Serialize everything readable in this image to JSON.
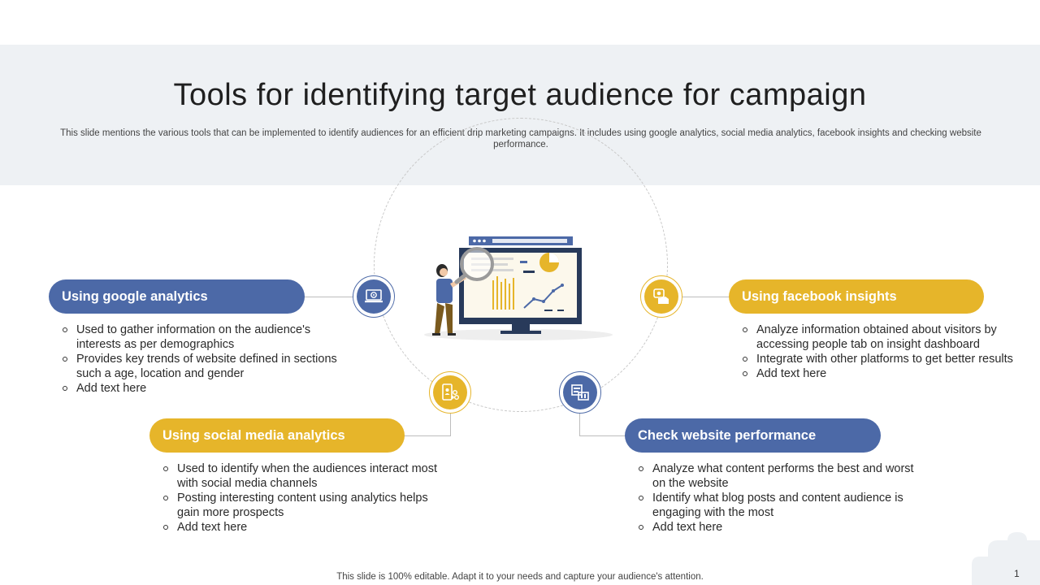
{
  "header": {
    "title": "Tools for identifying target audience for campaign",
    "subtitle": "This slide mentions the various tools that can be implemented to identify audiences for an efficient drip marketing campaigns. It includes using google analytics, social media analytics, facebook insights and checking website performance."
  },
  "tools": {
    "google": {
      "label": "Using google analytics",
      "color": "#4c69a7",
      "icon": "analytics-laptop-icon",
      "bullets": [
        "Used to gather information on the audience's interests as per demographics",
        "Provides key trends of website defined in sections such a age, location and gender",
        "Add text here"
      ]
    },
    "social": {
      "label": "Using social media analytics",
      "color": "#e6b52a",
      "icon": "social-media-phone-icon",
      "bullets": [
        "Used to identify when the audiences interact most with social media channels",
        "Posting interesting content using analytics helps gain more prospects",
        "Add text here"
      ]
    },
    "facebook": {
      "label": "Using facebook insights",
      "color": "#e6b52a",
      "icon": "facebook-insights-icon",
      "bullets": [
        "Analyze information obtained about visitors by accessing people tab on insight dashboard",
        "Integrate with other platforms to get better results",
        "Add text here"
      ]
    },
    "website": {
      "label": "Check website performance",
      "color": "#4c69a7",
      "icon": "website-performance-icon",
      "bullets": [
        "Analyze what content performs the best and worst on the website",
        "Identify what blog posts and content audience is engaging with the most",
        "Add text here"
      ]
    }
  },
  "footer": {
    "note": "This slide is 100% editable. Adapt it to your needs and capture your audience's attention.",
    "page_number": "1"
  },
  "illustration": {
    "icon": "analytics-monitor-magnifier-illustration"
  }
}
